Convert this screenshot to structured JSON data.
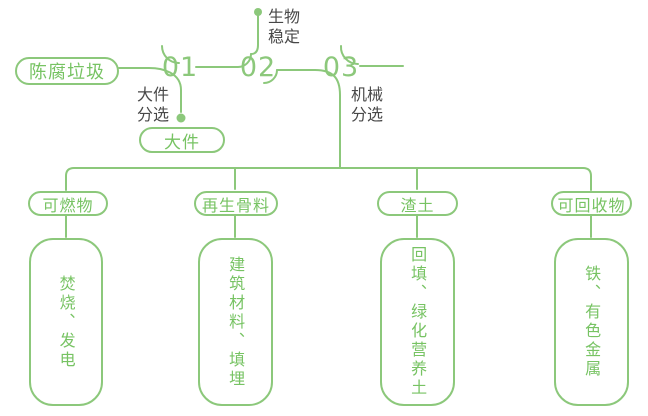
{
  "colors": {
    "line_green": "#8CC87B",
    "text_green": "#77C363",
    "dark_text": "#484848",
    "background": "#FFFFFF"
  },
  "flow": {
    "source": {
      "label": "陈腐垃圾"
    },
    "steps": [
      {
        "number": "01",
        "label": "大件分选"
      },
      {
        "number": "02",
        "label": "生物稳定"
      },
      {
        "number": "03",
        "label": "机械分选"
      }
    ],
    "bulky_output": {
      "label": "大件"
    },
    "branches": [
      {
        "category": "可燃物",
        "detail": "焚烧、发电"
      },
      {
        "category": "再生骨料",
        "detail": "建筑材料、填埋"
      },
      {
        "category": "渣土",
        "detail": "回填、绿化营养土"
      },
      {
        "category": "可回收物",
        "detail": "铁、有色金属"
      }
    ]
  }
}
